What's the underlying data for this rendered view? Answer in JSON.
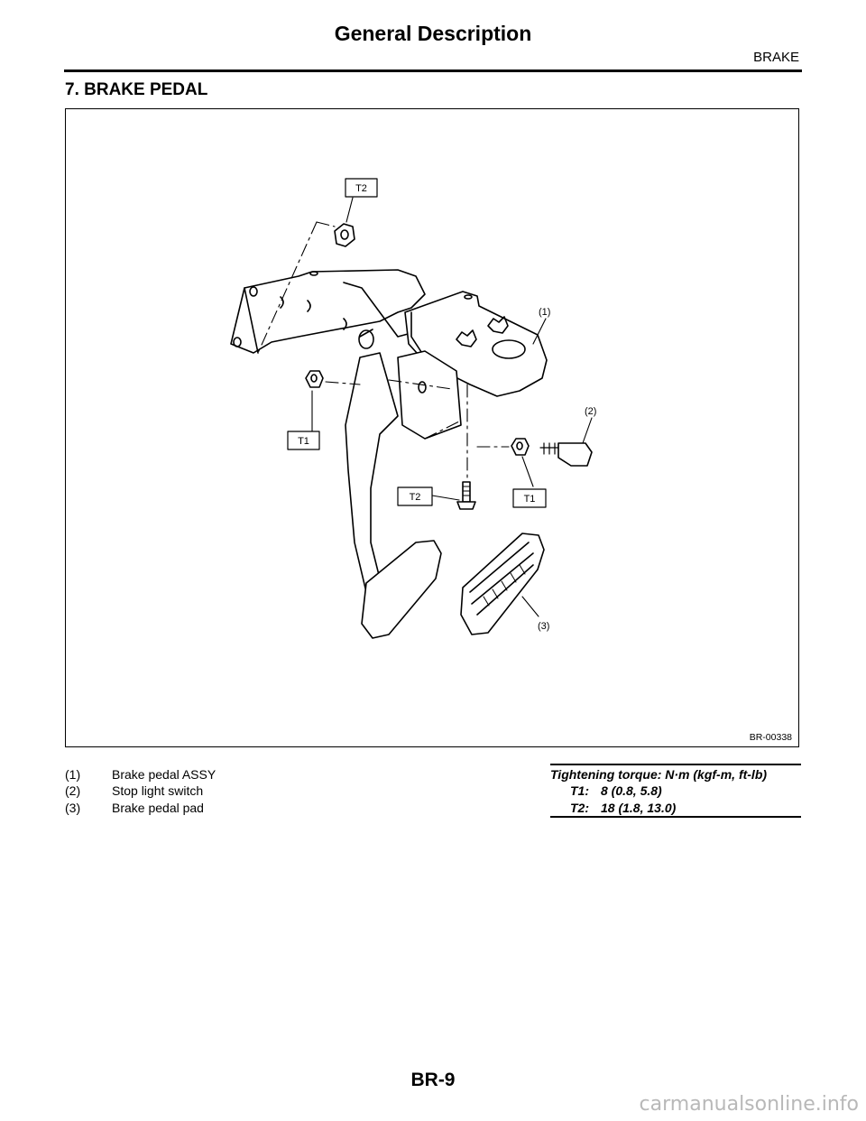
{
  "header": {
    "title": "General Description",
    "section": "BRAKE"
  },
  "heading": "7. BRAKE PEDAL",
  "figure": {
    "code": "BR-00338",
    "callouts": {
      "c1": "(1)",
      "c2": "(2)",
      "c3": "(3)",
      "t2_top": "T2",
      "t1_left": "T1",
      "t2_bottom": "T2",
      "t1_right": "T1"
    }
  },
  "legend": [
    {
      "num": "(1)",
      "label": "Brake pedal ASSY"
    },
    {
      "num": "(2)",
      "label": "Stop light switch"
    },
    {
      "num": "(3)",
      "label": "Brake pedal pad"
    }
  ],
  "torque": {
    "title": "Tightening torque: N·m (kgf-m, ft-lb)",
    "rows": [
      {
        "key": "T1:",
        "value": "8 (0.8, 5.8)"
      },
      {
        "key": "T2:",
        "value": "18 (1.8, 13.0)"
      }
    ]
  },
  "footer": {
    "page_number": "BR-9",
    "watermark": "carmanualsonline.info"
  }
}
